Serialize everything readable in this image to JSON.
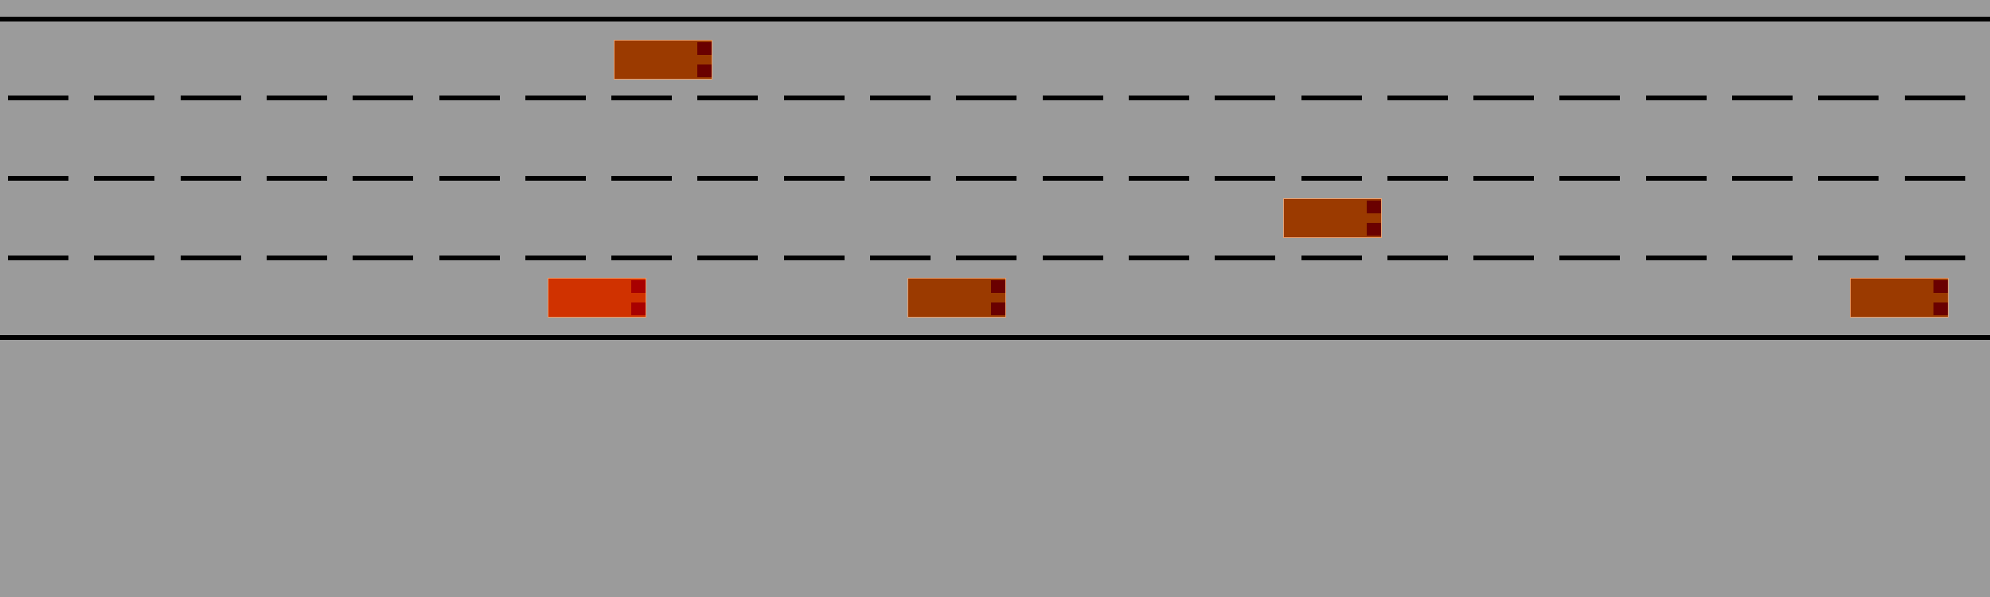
{
  "scene": {
    "type": "highway-lane-simulation",
    "lane_count": 4,
    "colors": {
      "road": "#9b9b9b",
      "lines": "#000000",
      "ego_vehicle": "#d03200",
      "other_vehicle": "#9b3a00",
      "tail_lights": "#6a0000"
    },
    "vehicles": [
      {
        "id": "car-1",
        "role": "other",
        "lane": 1
      },
      {
        "id": "car-2",
        "role": "other",
        "lane": 3
      },
      {
        "id": "car-3",
        "role": "ego",
        "lane": 4
      },
      {
        "id": "car-4",
        "role": "other",
        "lane": 4
      },
      {
        "id": "car-5",
        "role": "other",
        "lane": 4
      }
    ]
  }
}
